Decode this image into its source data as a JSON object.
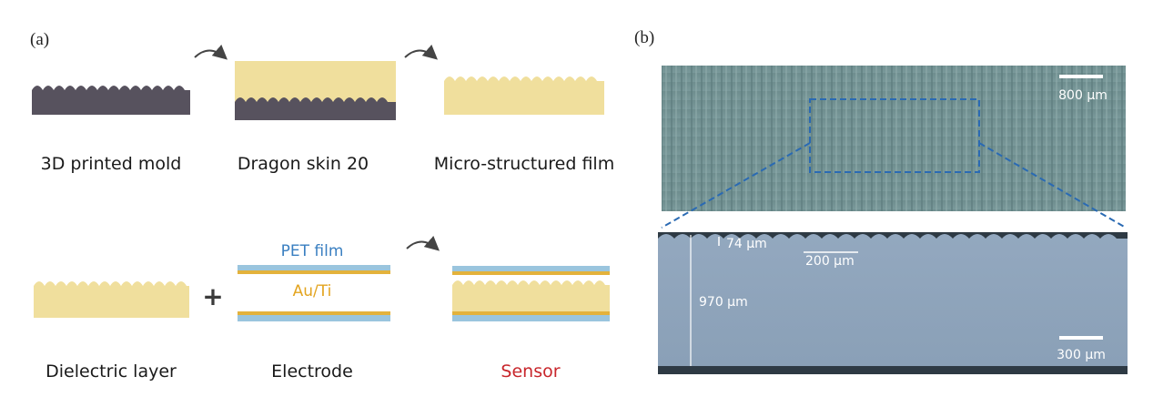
{
  "panels": {
    "a_label": "(a)",
    "b_label": "(b)"
  },
  "steps": {
    "mold": "3D printed mold",
    "dragon": "Dragon skin 20",
    "film": "Micro-structured film",
    "dielectric": "Dielectric layer",
    "electrode": "Electrode",
    "sensor": "Sensor"
  },
  "electrode_layers": {
    "pet": "PET film",
    "auti": "Au/Ti"
  },
  "plus_sign": "+",
  "micrograph": {
    "scale_top": "800 μm",
    "amplitude": "74 μm",
    "period": "200 μm",
    "thickness": "970 μm",
    "scale_bottom": "300 μm"
  },
  "colors": {
    "mold": "#57525e",
    "silicone": "#f0df9d",
    "pet": "#9ac5de",
    "gold": "#e3b23c",
    "sensor_text": "#c8262b",
    "zoom_box": "#2a6ab3"
  },
  "icons": [
    "curved-arrow-icon",
    "plus-icon"
  ]
}
